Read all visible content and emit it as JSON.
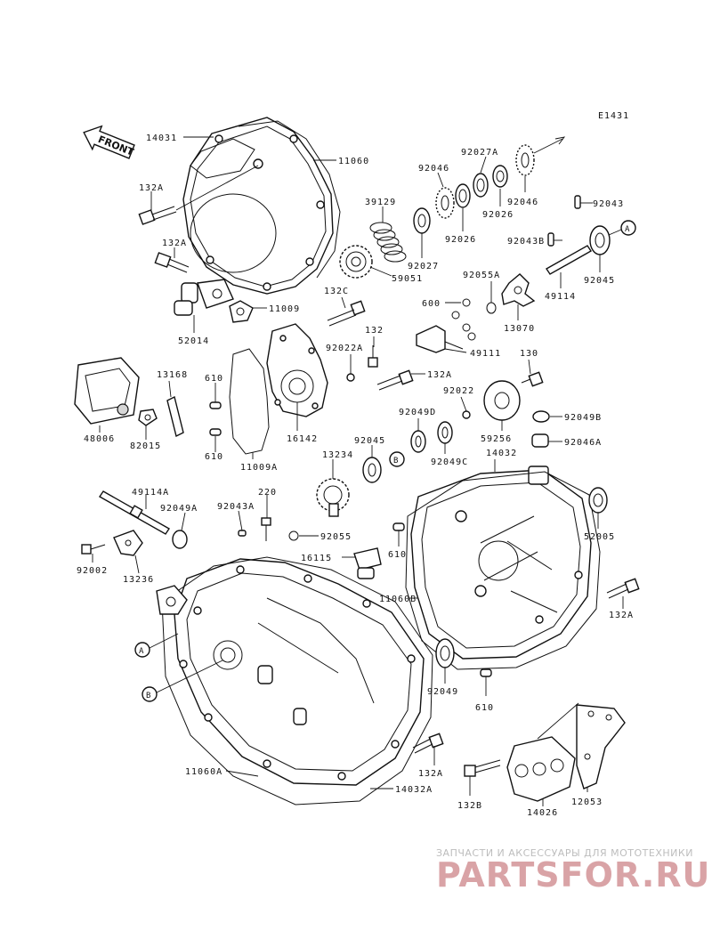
{
  "diagram": {
    "code": "E1431",
    "front_label": "FRONT",
    "callouts": [
      "A",
      "B"
    ],
    "labels": [
      "14031",
      "11060",
      "132A",
      "132A",
      "39129",
      "92046",
      "92027A",
      "92046",
      "92043",
      "92026",
      "92026",
      "92027",
      "92043B",
      "59051",
      "92055A",
      "92045",
      "49114",
      "132C",
      "600",
      "13070",
      "11009",
      "52014",
      "132",
      "92022A",
      "49111",
      "130",
      "13168",
      "610",
      "132A",
      "92022",
      "92049B",
      "48006",
      "82015",
      "610",
      "11009A",
      "16142",
      "92049D",
      "92045",
      "59256",
      "92046A",
      "13234",
      "92049C",
      "14032",
      "49114A",
      "220",
      "92049A",
      "92043A",
      "92055",
      "52005",
      "92002",
      "13236",
      "16115",
      "610",
      "11060B",
      "132A",
      "92049",
      "610",
      "11060A",
      "132A",
      "14032A",
      "132B",
      "14026",
      "12053"
    ]
  },
  "watermark": {
    "line1": "ЗАПЧАСТИ И АКСЕССУАРЫ ДЛЯ МОТОТЕХНИКИ",
    "line2": "PARTSFOR.RU"
  }
}
